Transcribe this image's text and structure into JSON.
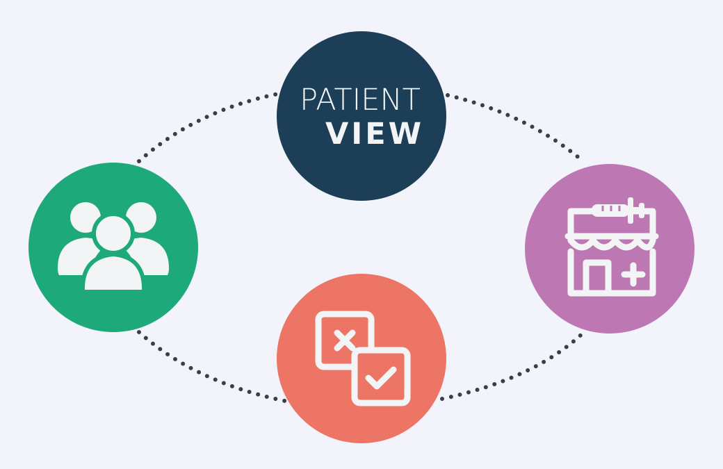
{
  "logo": {
    "line1": "PATIENT",
    "line2": "VIEW"
  },
  "nodes": [
    {
      "id": "patient-view",
      "color": "#1c3f57",
      "icon": "patient-view-logo"
    },
    {
      "id": "patients",
      "color": "#1ea97a",
      "icon": "people-group-icon"
    },
    {
      "id": "pharmacy",
      "color": "#bd77b2",
      "icon": "pharmacy-store-icon"
    },
    {
      "id": "decision",
      "color": "#ed7566",
      "icon": "yes-no-checkbox-icon"
    }
  ],
  "colors": {
    "background": "#f3f4fb",
    "connector": "#3b3e45",
    "icon": "#f3f4f5"
  }
}
